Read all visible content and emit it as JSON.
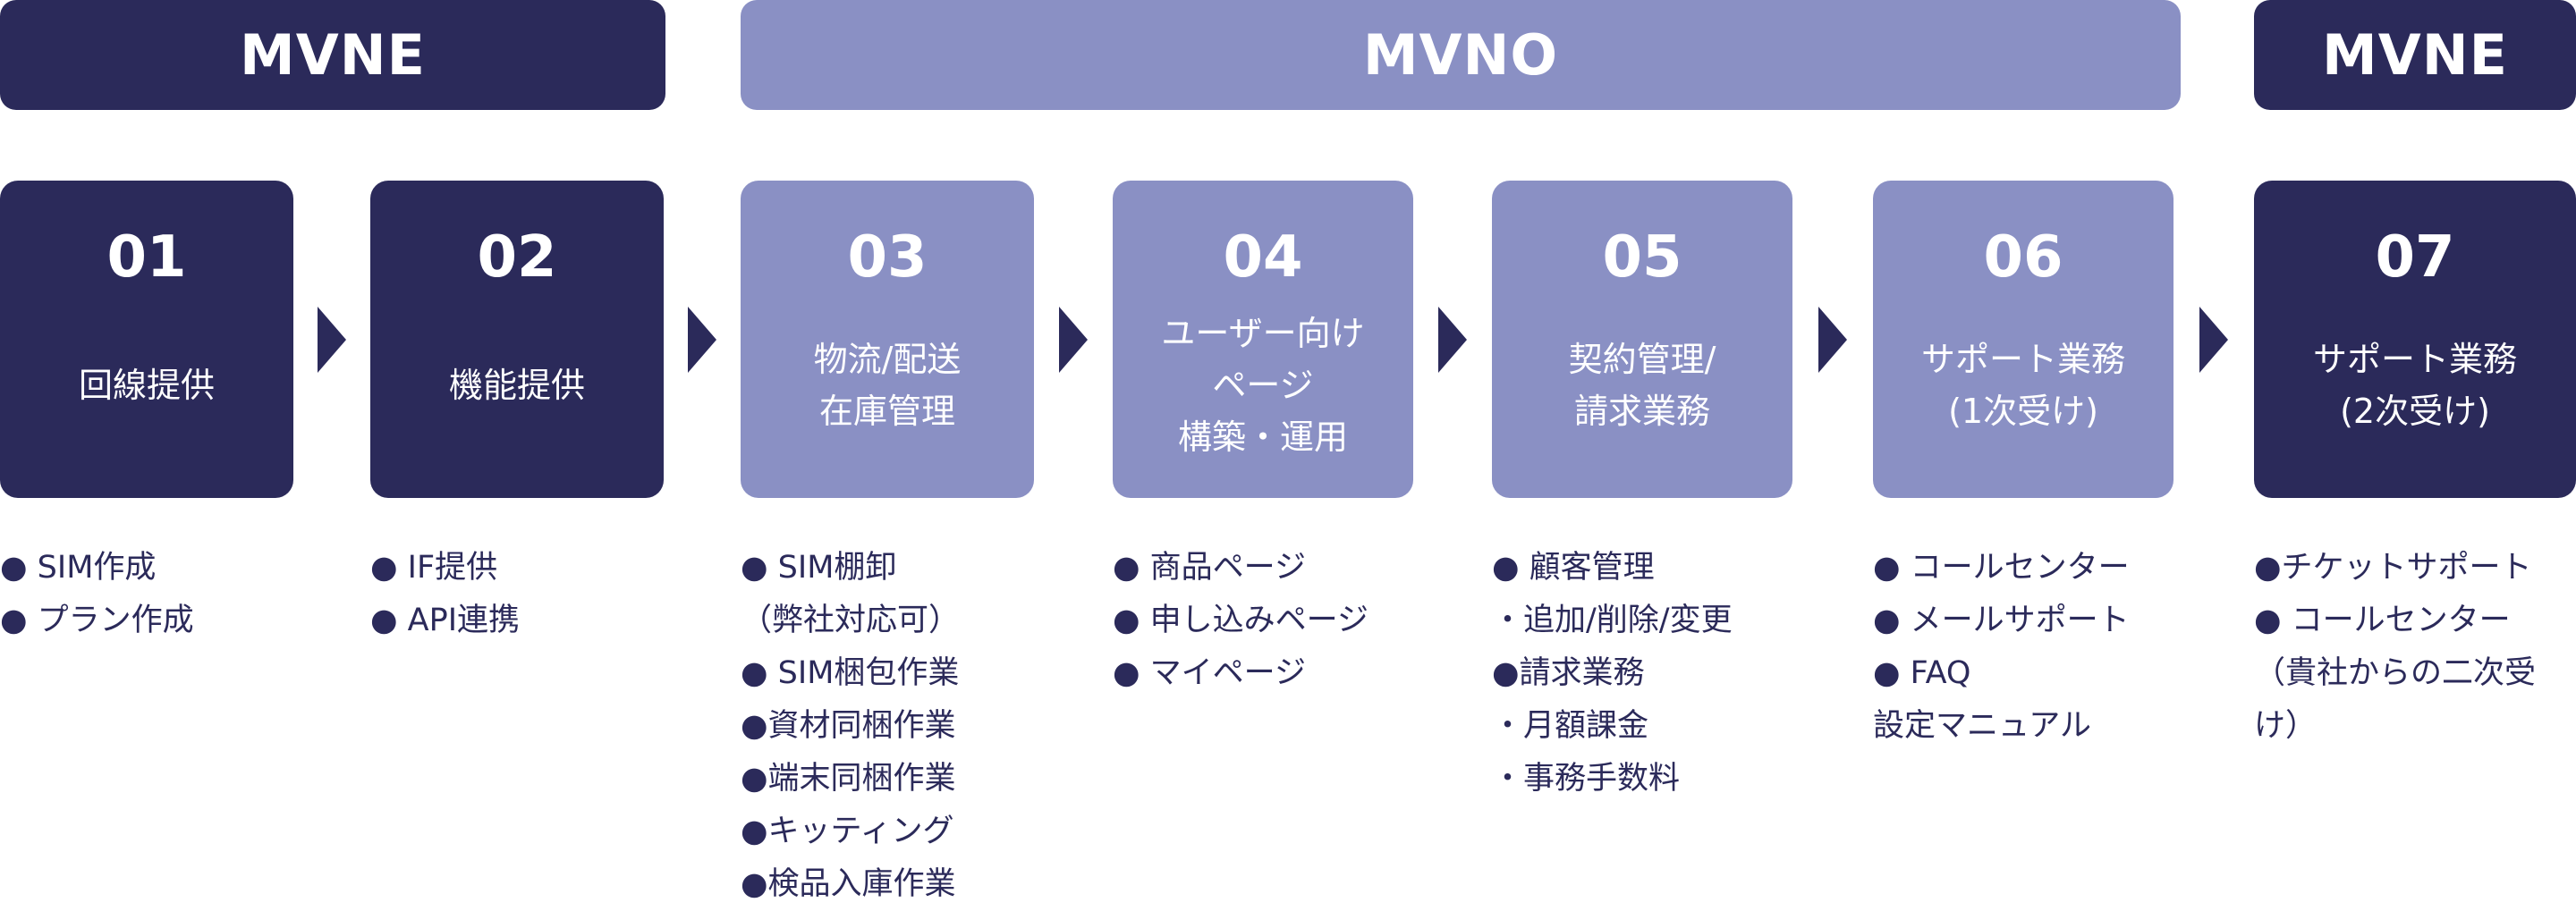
{
  "colors": {
    "dark": "#2b2a5a",
    "light": "#8a90c4"
  },
  "headers": [
    {
      "label": "MVNE"
    },
    {
      "label": "MVNO"
    },
    {
      "label": "MVNE"
    }
  ],
  "steps": [
    {
      "num": "01",
      "title": "回線提供",
      "items": [
        "● SIM作成",
        "● プラン作成"
      ]
    },
    {
      "num": "02",
      "title": "機能提供",
      "items": [
        "● IF提供",
        "● API連携"
      ]
    },
    {
      "num": "03",
      "title": "物流/配送\n在庫管理",
      "items": [
        "● SIM棚卸",
        "（弊社対応可）",
        "● SIM梱包作業",
        "●資材同梱作業",
        "●端末同梱作業",
        "●キッティング",
        "●検品入庫作業"
      ]
    },
    {
      "num": "04",
      "title": "ユーザー向け\nページ\n構築・運用",
      "items": [
        "● 商品ページ",
        "● 申し込みページ",
        "● マイページ"
      ]
    },
    {
      "num": "05",
      "title": "契約管理/\n請求業務",
      "items": [
        "● 顧客管理",
        "・追加/削除/変更",
        "●請求業務",
        "・月額課金",
        "・事務手数料"
      ]
    },
    {
      "num": "06",
      "title": "サポート業務\n(1次受け)",
      "items": [
        "● コールセンター",
        "● メールサポート",
        "● FAQ",
        "設定マニュアル"
      ]
    },
    {
      "num": "07",
      "title": "サポート業務\n(2次受け)",
      "items": [
        "●チケットサポート",
        "● コールセンター",
        "（貴社からの二次受",
        "け）"
      ]
    }
  ]
}
